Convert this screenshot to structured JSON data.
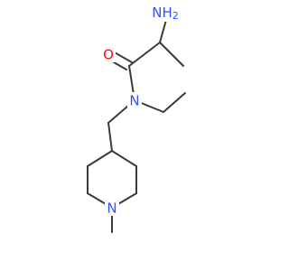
{
  "colors": {
    "background": "#ffffff",
    "bond": "#3a3a3a",
    "nitrogen": "#3050f8",
    "oxygen": "#ff0d0d"
  },
  "atoms": {
    "amino": {
      "text": "NH",
      "subscript": "2",
      "element": "N"
    },
    "carbonyl_oxygen": {
      "text": "O",
      "element": "O"
    },
    "amide_nitrogen": {
      "text": "N",
      "element": "N"
    },
    "ring_nitrogen": {
      "text": "N",
      "element": "N"
    }
  }
}
